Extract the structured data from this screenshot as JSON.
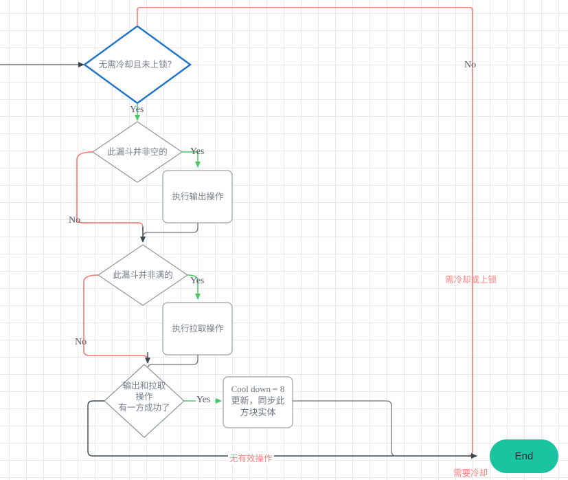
{
  "diagram": {
    "title": "Hopper tick flowchart",
    "colors": {
      "decision_primary_stroke": "#1a73c8",
      "decision_stroke": "#8d959d",
      "process_stroke": "#9aa2aa",
      "edge_yes": "#4cc764",
      "edge_no": "#f8827f",
      "edge_default": "#3b4750",
      "end_fill": "#1bc4a0",
      "text": "#737e88",
      "grid_minor": "#e8e8e8",
      "grid_major": "#d5d5d5",
      "background": "#ffffff"
    },
    "nodes": [
      {
        "id": "start-arrow",
        "type": "entry",
        "label": ""
      },
      {
        "id": "decision-cooldown",
        "type": "decision",
        "label": "无需冷却且未上锁？"
      },
      {
        "id": "decision-hopper-not-empty",
        "type": "decision",
        "label": "此漏斗并非空的"
      },
      {
        "id": "process-push",
        "type": "process",
        "label": "执行输出操作"
      },
      {
        "id": "decision-hopper-not-full",
        "type": "decision",
        "label": "此漏斗并非满的"
      },
      {
        "id": "process-pull",
        "type": "process",
        "label": "执行拉取操作"
      },
      {
        "id": "decision-any-success",
        "type": "decision",
        "label": "输出和拉取\n操作\n有一方成功了"
      },
      {
        "id": "process-cooldown",
        "type": "process",
        "label": "Cool down = 8\n更新，同步此\n方块实体"
      },
      {
        "id": "end-node",
        "type": "terminator",
        "label": "End"
      }
    ],
    "edge_labels": {
      "yes_1": "Yes",
      "yes_2": "Yes",
      "yes_3": "Yes",
      "yes_4": "Yes",
      "no_top_right": "No",
      "no_hopper_empty": "No",
      "no_hopper_full": "No",
      "needs_cooldown_or_lock": "需冷却或上锁",
      "needs_cooldown": "需要冷却",
      "no_valid_operation": "无有效操作"
    }
  }
}
